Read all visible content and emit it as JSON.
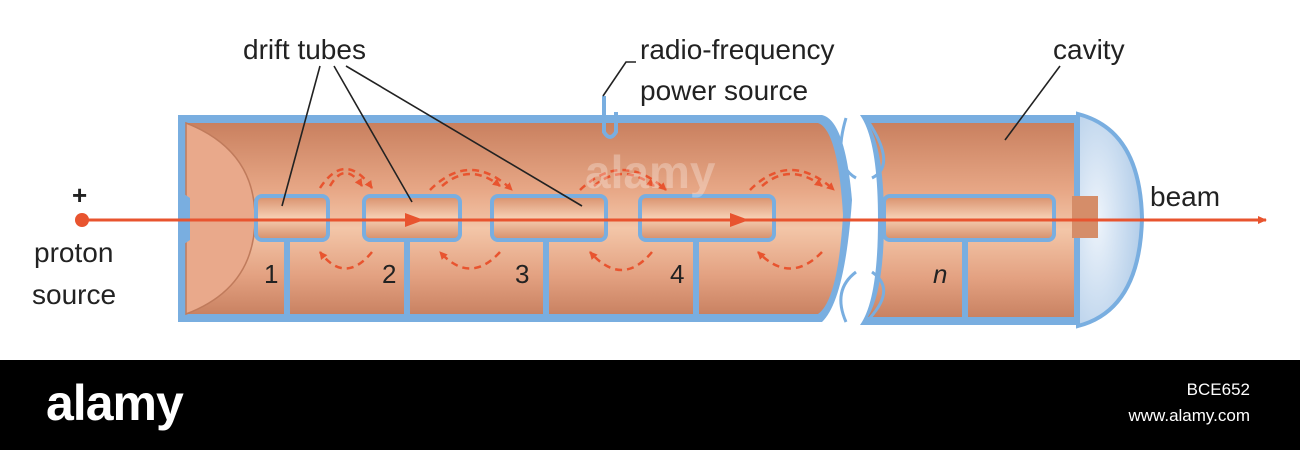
{
  "diagram": {
    "labels": {
      "drift_tubes": "drift tubes",
      "rf_line1": "radio-frequency",
      "rf_line2": "power source",
      "cavity": "cavity",
      "beam": "beam",
      "plus": "+",
      "proton_line1": "proton",
      "proton_line2": "source"
    },
    "tube_numbers": [
      "1",
      "2",
      "3",
      "4",
      "n"
    ],
    "watermark": "alamy"
  },
  "footer": {
    "logo": "alamy",
    "image_id": "BCE652",
    "url": "www.alamy.com"
  },
  "colors": {
    "copper": "#d9916e",
    "copper_light": "#f1c2a2",
    "frame_blue": "#79aee0",
    "beam_red": "#e8542f",
    "end_cap": "#c9dcef"
  }
}
